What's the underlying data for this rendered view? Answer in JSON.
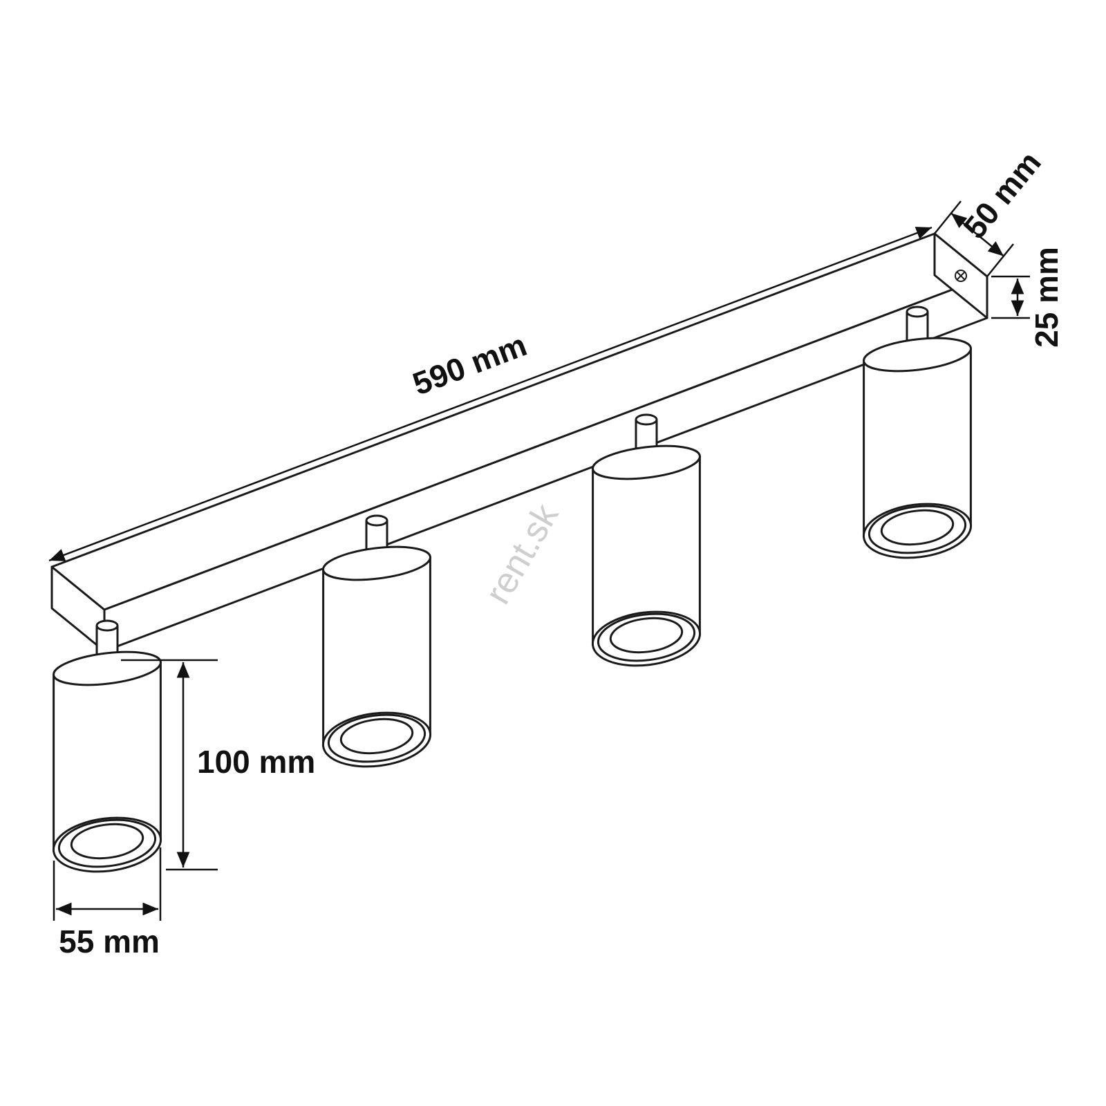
{
  "diagram": {
    "subject": "ceiling-spotlight-bar-dimension-drawing",
    "spot_count": 4,
    "watermark": "rent.sk",
    "colors": {
      "line": "#1a1a1a",
      "dimension": "#111111",
      "watermark": "#c6c6c6",
      "background": "#ffffff"
    },
    "dimensions": {
      "bar_length": "590 mm",
      "bar_depth": "50 mm",
      "bar_end_height": "25 mm",
      "spot_height": "100 mm",
      "spot_diameter": "55 mm"
    }
  }
}
